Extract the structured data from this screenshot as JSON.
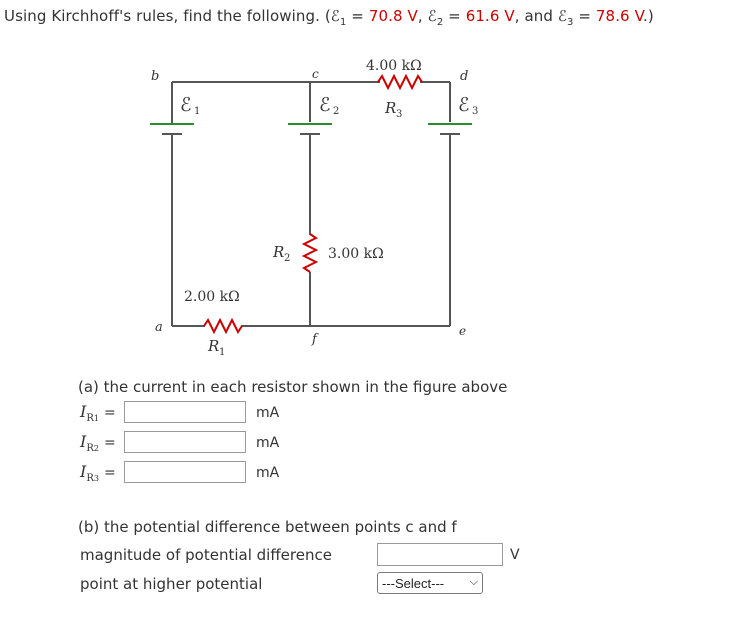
{
  "question": {
    "prefix": "Using Kirchhoff's rules, find the following. (",
    "e1_sym": "ℰ",
    "e1_sub": "1",
    "e1_eq": " = ",
    "e1_val": "70.8 V",
    "sep1": ", ",
    "e2_sym": "ℰ",
    "e2_sub": "2",
    "e2_eq": " = ",
    "e2_val": "61.6 V",
    "sep2": ", and ",
    "e3_sym": "ℰ",
    "e3_sub": "3",
    "e3_eq": " = ",
    "e3_val": "78.6 V",
    "suffix": ".)"
  },
  "circuit": {
    "node_b": "b",
    "node_c": "c",
    "node_d": "d",
    "node_a": "a",
    "node_f": "f",
    "node_e": "e",
    "emf1_sym": "ℰ",
    "emf1_sub": "1",
    "emf2_sym": "ℰ",
    "emf2_sub": "2",
    "emf3_sym": "ℰ",
    "emf3_sub": "3",
    "r3_value": "4.00 kΩ",
    "r3_label": "R",
    "r3_sub": "3",
    "r2_value": "3.00 kΩ",
    "r2_label": "R",
    "r2_sub": "2",
    "r1_value": "2.00 kΩ",
    "r1_label": "R",
    "r1_sub": "1",
    "resistor_color": "#cc0000",
    "battery_long_color": "#2e8b2e"
  },
  "part_a": {
    "prompt": "(a) the current in each resistor shown in the figure above",
    "rows": [
      {
        "var": "I",
        "sub": "R",
        "subsub": "1",
        "eq": "=",
        "value": "",
        "unit": "mA"
      },
      {
        "var": "I",
        "sub": "R",
        "subsub": "2",
        "eq": "=",
        "value": "",
        "unit": "mA"
      },
      {
        "var": "I",
        "sub": "R",
        "subsub": "3",
        "eq": "=",
        "value": "",
        "unit": "mA"
      }
    ]
  },
  "part_b": {
    "prompt": "(b) the potential difference between points c and f",
    "magnitude_label": "magnitude of potential difference",
    "magnitude_value": "",
    "magnitude_unit": "V",
    "higher_label": "point at higher potential",
    "select_value": "---Select---",
    "chevron_icon": "chevron-down-icon"
  }
}
